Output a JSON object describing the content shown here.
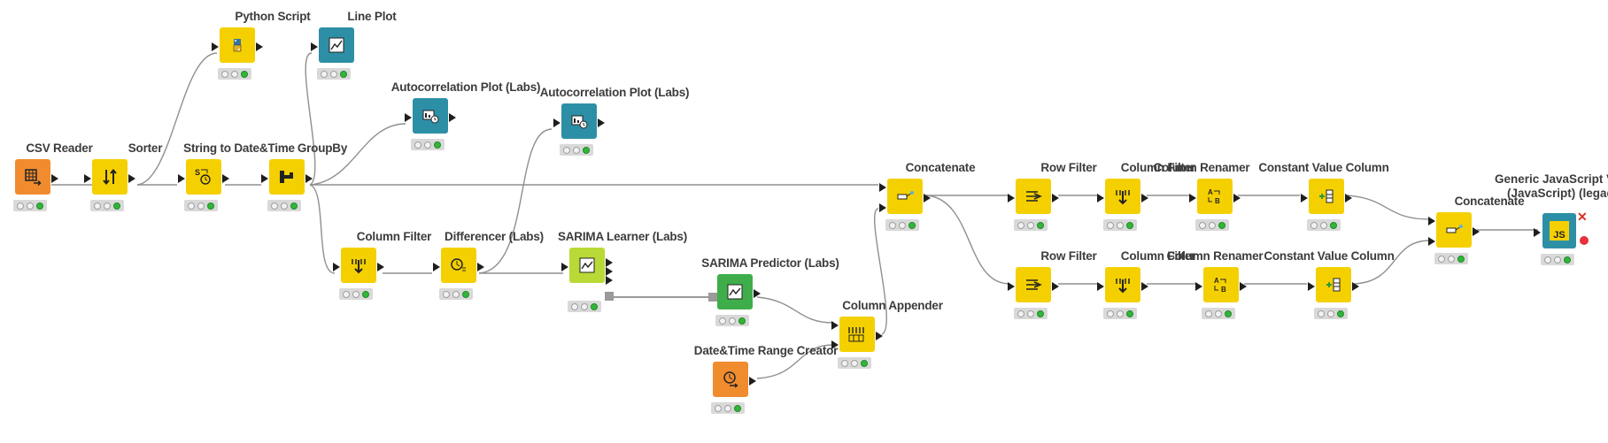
{
  "workflow": {
    "nodes": {
      "csv_reader": "CSV Reader",
      "sorter": "Sorter",
      "string_to_date": "String to Date&Time",
      "groupby": "GroupBy",
      "python_script": "Python Script",
      "line_plot": "Line Plot",
      "autocorr_1": "Autocorrelation Plot (Labs)",
      "autocorr_2": "Autocorrelation Plot (Labs)",
      "column_filter_1": "Column Filter",
      "differencer": "Differencer (Labs)",
      "sarima_learner": "SARIMA Learner (Labs)",
      "sarima_predictor": "SARIMA Predictor (Labs)",
      "column_appender": "Column Appender",
      "datetime_range": "Date&Time Range Creator",
      "concatenate_1": "Concatenate",
      "row_filter_top": "Row Filter",
      "column_filter_top": "Column Filter",
      "column_renamer_top": "Column Renamer",
      "constant_value_top": "Constant Value Column",
      "row_filter_bottom": "Row Filter",
      "column_filter_bottom": "Column Filter",
      "column_renamer_bottom": "Column Renamer",
      "constant_value_bottom": "Constant Value Column",
      "concatenate_2": "Concatenate",
      "generic_js_line1": "Generic JavaScript V",
      "generic_js_line2": "(JavaScript) (legac",
      "js_icon_text": "JS"
    }
  },
  "colors": {
    "manipulator": "#f5d000",
    "source": "#f08c2e",
    "visualizer": "#2d8fa6",
    "learner": "#b9d936",
    "predictor": "#3fae4a",
    "status_ok": "#33b53a"
  }
}
